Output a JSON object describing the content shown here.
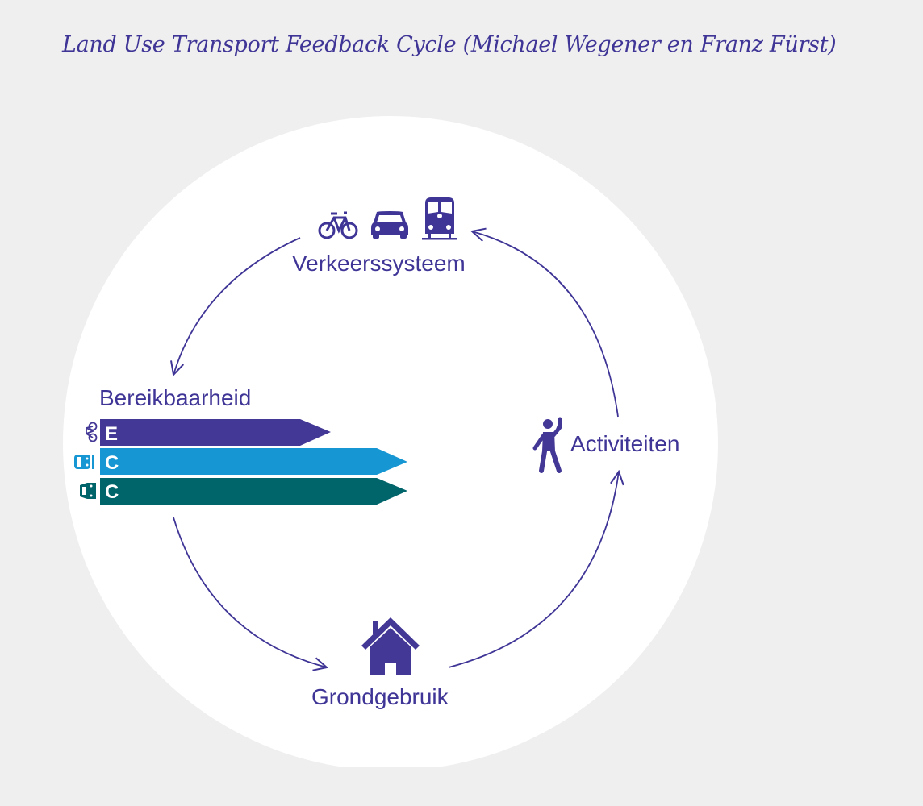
{
  "title": "Land Use Transport Feedback Cycle (Michael Wegener en Franz Fürst)",
  "nodes": {
    "transport": {
      "label": "Verkeerssysteem",
      "icons": [
        "bicycle-icon",
        "car-icon",
        "train-icon"
      ]
    },
    "accessibility": {
      "label": "Bereikbaarheid"
    },
    "land_use": {
      "label": "Grondgebruik",
      "icon": "house-icon"
    },
    "activities": {
      "label": "Activiteiten",
      "icon": "person-icon"
    }
  },
  "accessibility_ratings": [
    {
      "mode": "bicycle",
      "icon": "bicycle-icon",
      "rating": "E",
      "color": "#433896"
    },
    {
      "mode": "train",
      "icon": "train-icon",
      "rating": "C",
      "color": "#1696d2"
    },
    {
      "mode": "car",
      "icon": "car-icon",
      "rating": "C",
      "color": "#00646b"
    }
  ],
  "colors": {
    "primary": "#3f3596",
    "background": "#efefef",
    "circle": "#ffffff"
  }
}
